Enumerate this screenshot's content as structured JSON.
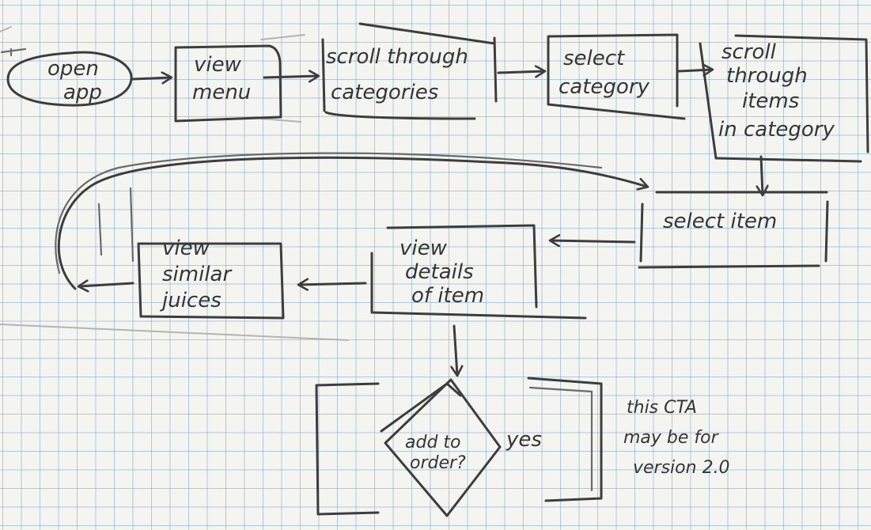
{
  "nodes": {
    "open_app": {
      "lines": [
        "open",
        "app"
      ]
    },
    "view_menu": {
      "lines": [
        "view",
        "menu"
      ]
    },
    "scroll_categories": {
      "lines": [
        "scroll through",
        "categories"
      ]
    },
    "select_category": {
      "lines": [
        "select",
        "category"
      ]
    },
    "scroll_items": {
      "lines": [
        "scroll",
        "through",
        "items",
        "in category"
      ]
    },
    "select_item": {
      "lines": [
        "select item"
      ]
    },
    "view_details": {
      "lines": [
        "view",
        "details",
        "of item"
      ]
    },
    "view_similar": {
      "lines": [
        "view",
        "similar",
        "juices"
      ]
    },
    "add_to_order": {
      "lines": [
        "add to",
        "order?"
      ]
    }
  },
  "labels": {
    "yes": "yes",
    "note": [
      "this CTA",
      "may be for",
      "version 2.0"
    ]
  },
  "colors": {
    "paper": "#f4f4f1",
    "grid": "#78a5cd",
    "pencil": "#3d3d3d"
  }
}
